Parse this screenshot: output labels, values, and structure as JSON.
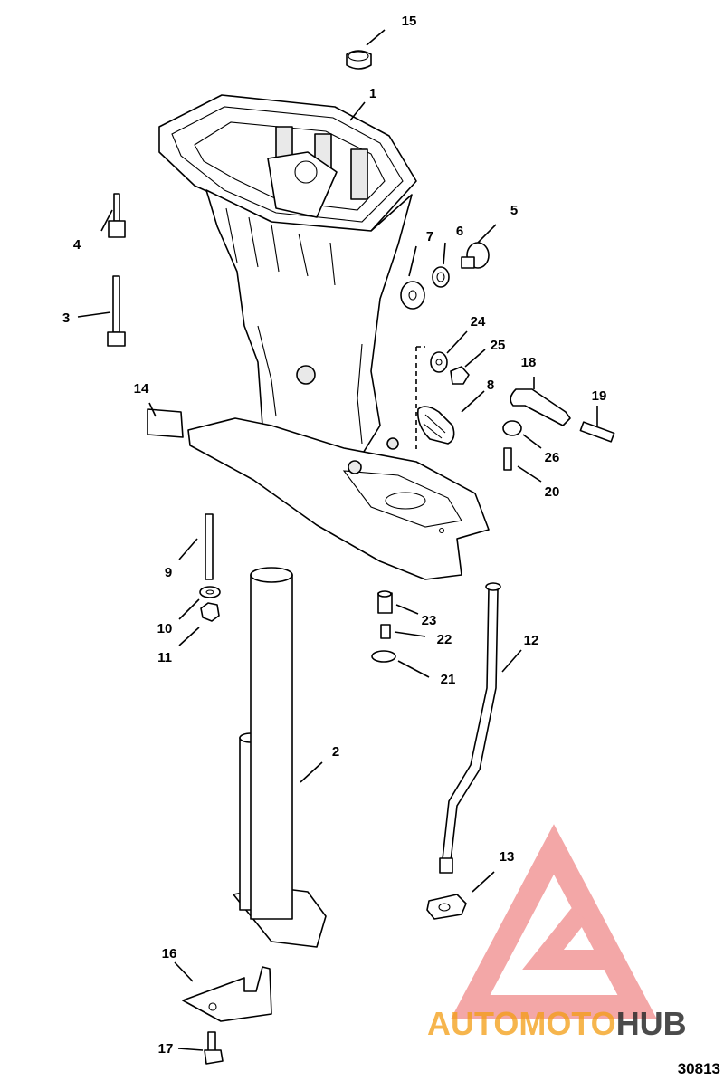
{
  "figure_id": "30813",
  "watermark": {
    "part1": "AUTO",
    "part2": "MOTO",
    "part3": "HUB",
    "color_main": "#f39c12",
    "color_hub": "#2c2c2c",
    "color_logo": "#f08a8a"
  },
  "callouts": {
    "c1": "1",
    "c2": "2",
    "c3": "3",
    "c4": "4",
    "c5": "5",
    "c6": "6",
    "c7": "7",
    "c8": "8",
    "c9": "9",
    "c10": "10",
    "c11": "11",
    "c12": "12",
    "c13": "13",
    "c14": "14",
    "c15": "15",
    "c16": "16",
    "c17": "17",
    "c18": "18",
    "c19": "19",
    "c20": "20",
    "c21": "21",
    "c22": "22",
    "c23": "23",
    "c24": "24",
    "c25": "25",
    "c26": "26"
  }
}
